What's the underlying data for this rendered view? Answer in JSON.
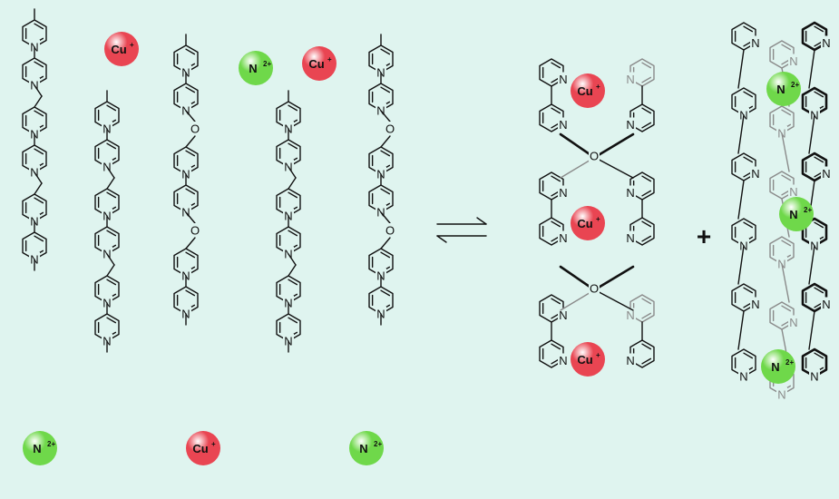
{
  "colors": {
    "background": "#dff4ef",
    "cu_ion": "#e94552",
    "n_ion": "#6fd84a",
    "bond": "#111111",
    "bond_back": "#8a8a8a"
  },
  "labels": {
    "cu": "Cu",
    "cu_charge": "+",
    "n": "N",
    "n_charge": "2+",
    "nitrogen": "N",
    "oxygen": "O",
    "plus": "+"
  },
  "ions": {
    "reactants": [
      "Cu+",
      "N2+",
      "Cu+",
      "N2+",
      "Cu+",
      "N2+"
    ],
    "helicate_cu": [
      "Cu+",
      "Cu+",
      "Cu+"
    ],
    "helicate_n": [
      "N2+",
      "N2+",
      "N2+"
    ]
  },
  "equilibrium": "reversible"
}
